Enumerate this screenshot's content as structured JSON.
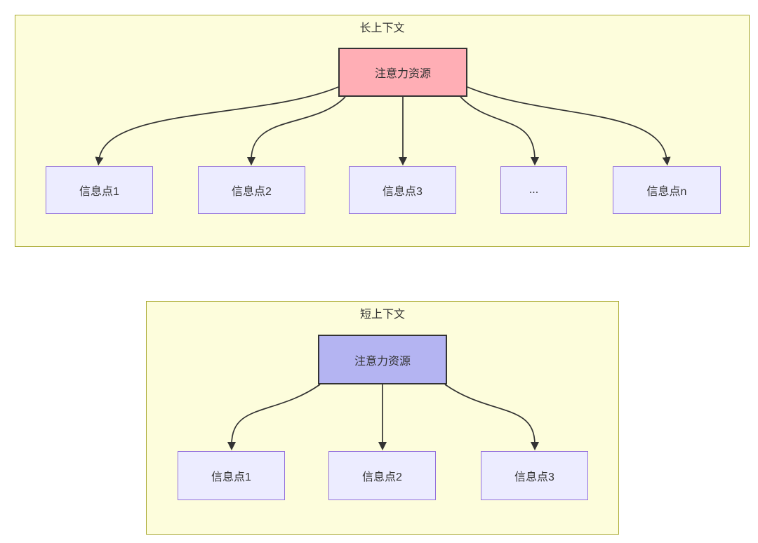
{
  "colors": {
    "canvas_bg": "#ffffff",
    "group_fill": "#fdfddc",
    "group_stroke": "#aaaa33",
    "target_fill": "#ececff",
    "target_stroke": "#9370db",
    "source_red": "#ffaeb5",
    "source_purple": "#b4b4f2",
    "line": "#333333",
    "text": "#333333"
  },
  "long_context": {
    "title": "长上下文",
    "source": "注意力资源",
    "targets": [
      "信息点1",
      "信息点2",
      "信息点3",
      "...",
      "信息点n"
    ]
  },
  "short_context": {
    "title": "短上下文",
    "source": "注意力资源",
    "targets": [
      "信息点1",
      "信息点2",
      "信息点3"
    ]
  }
}
